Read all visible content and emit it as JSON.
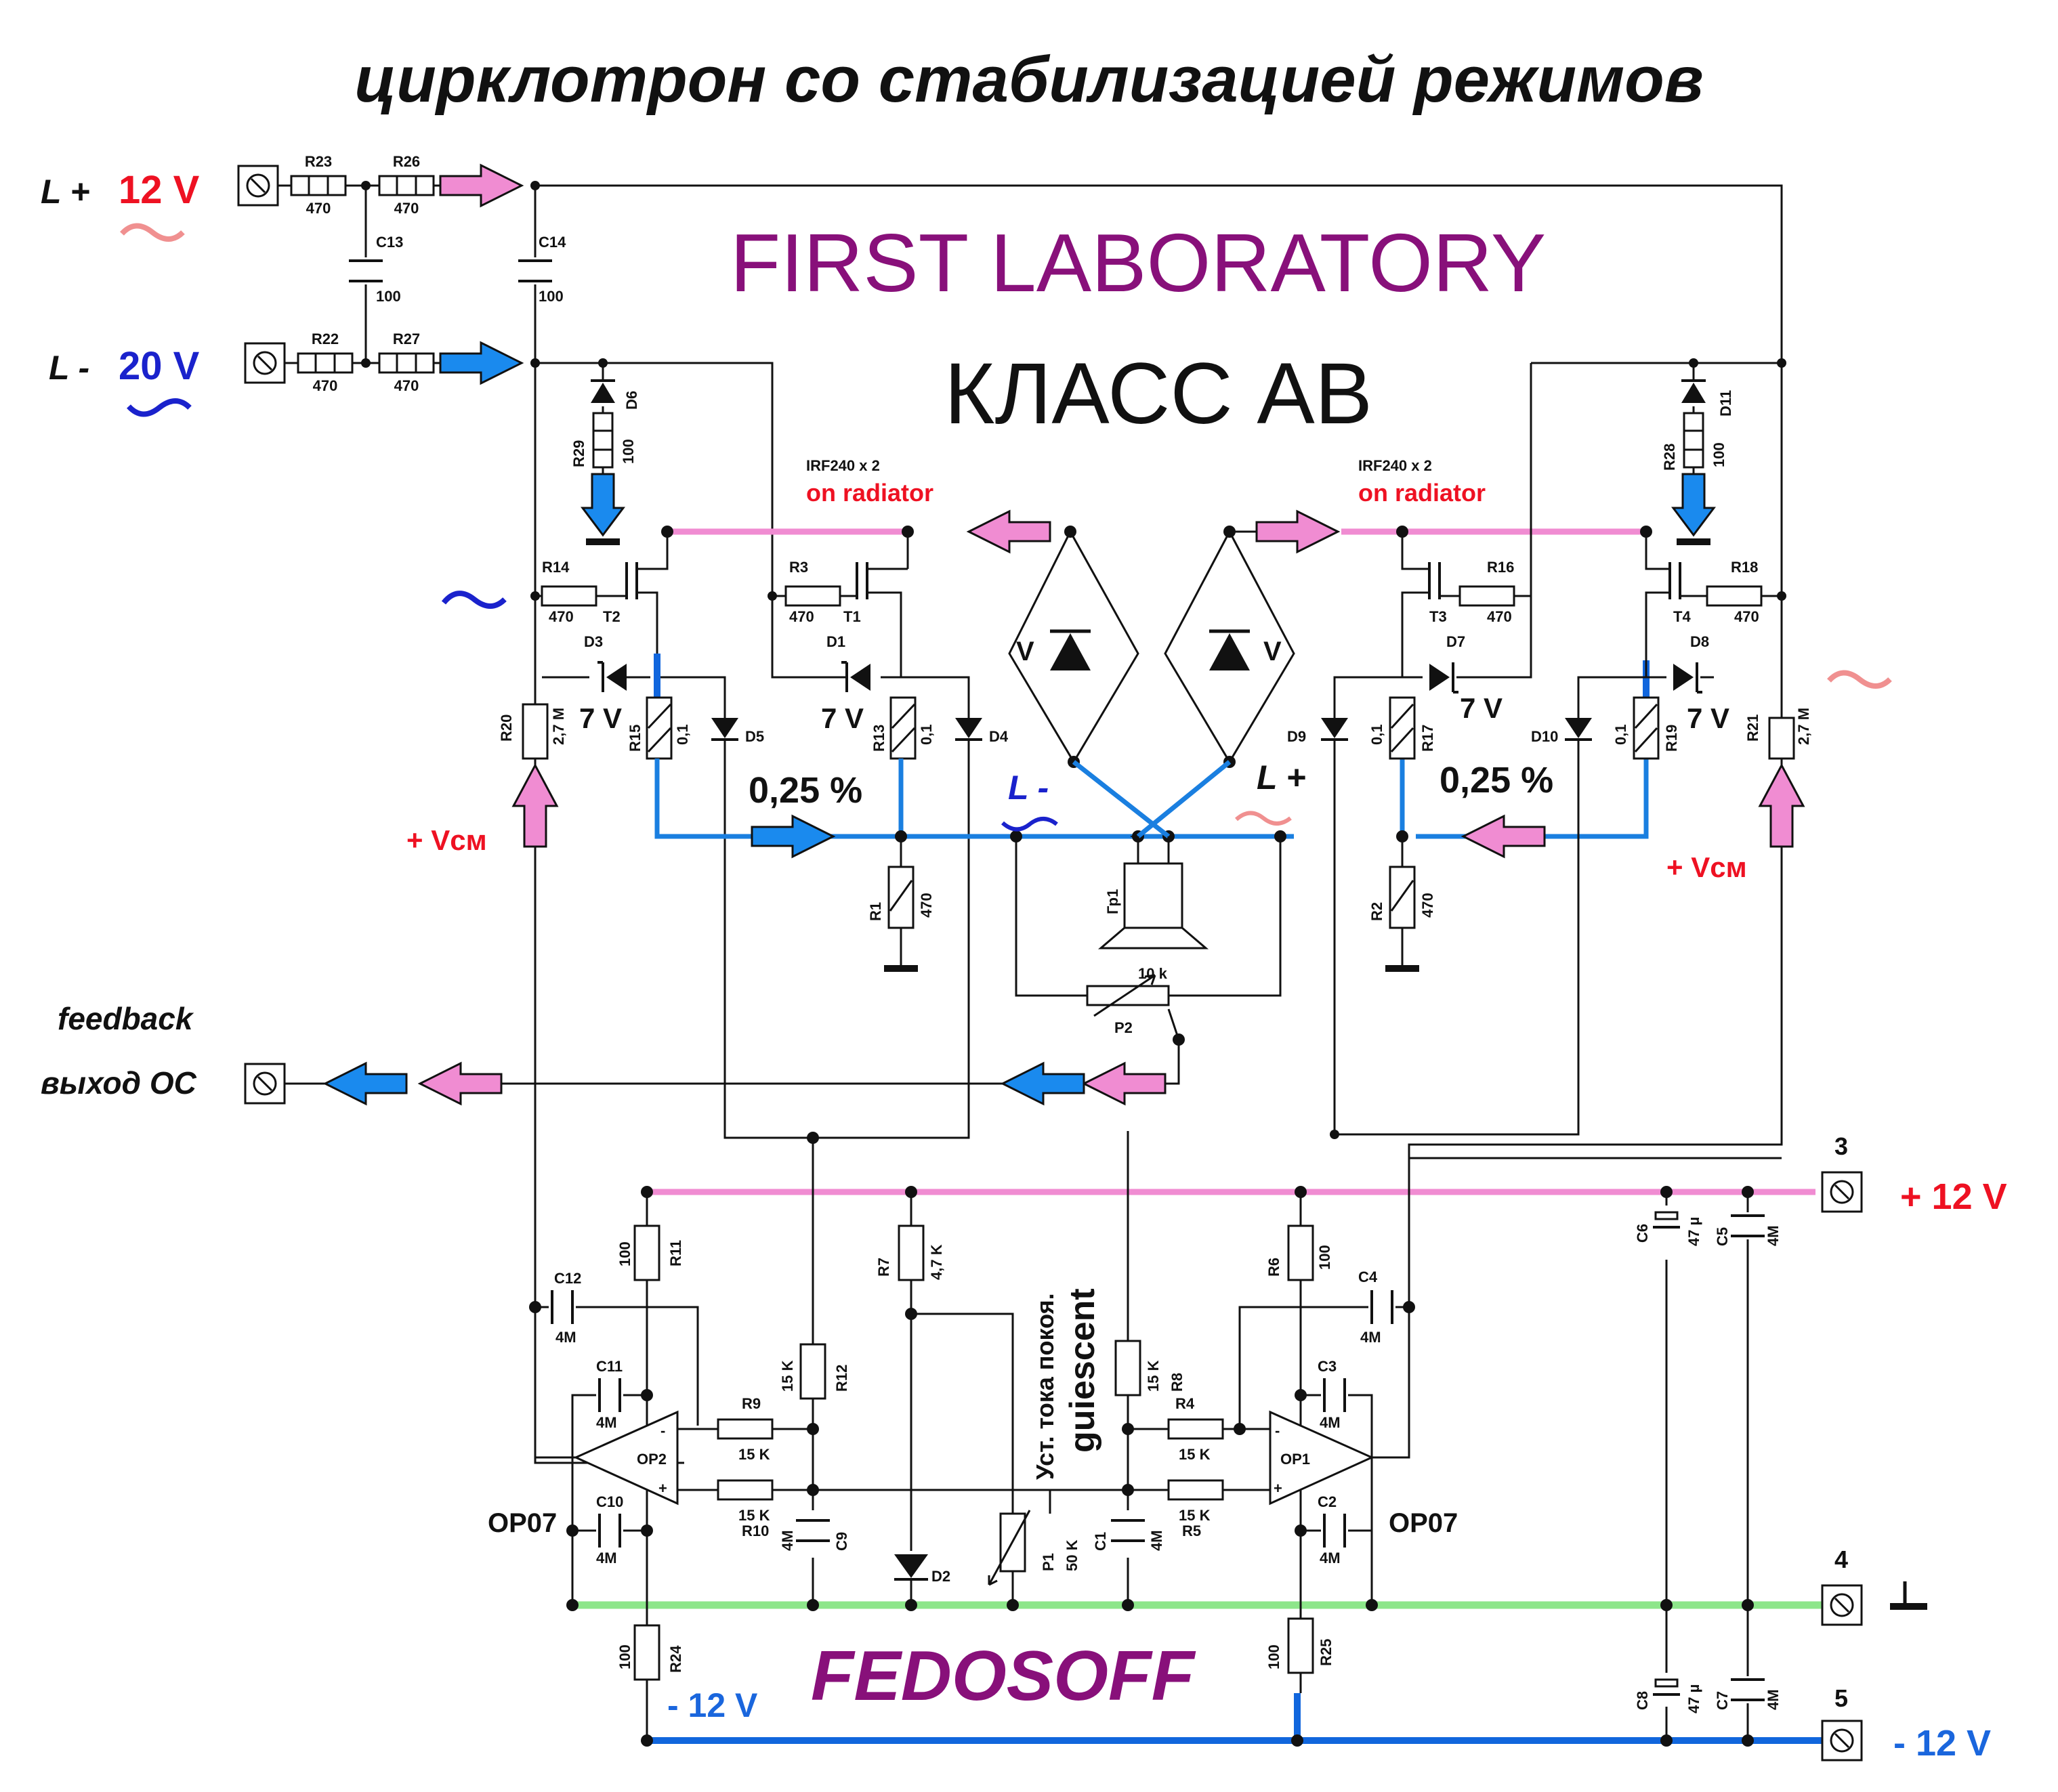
{
  "title": "цирклотрон со стабилизацией режимов",
  "brand": "FIRST LABORATORY",
  "amp_class": "КЛАСС АВ",
  "author": "FEDOSOFF",
  "inputs": {
    "l_plus": "L +",
    "l_plus_voltage": "12 V",
    "l_minus": "L -",
    "l_minus_voltage": "20 V"
  },
  "output": {
    "feedback": "feedback",
    "feedback_ru": "выход ОС"
  },
  "terminals": [
    {
      "number": "3",
      "label": "+ 12 V"
    },
    {
      "number": "4",
      "label": ""
    },
    {
      "number": "5",
      "label": "- 12 V"
    }
  ],
  "supply_left": "- 12 V",
  "transistor_note_left": "IRF240 x 2",
  "transistor_note_right": "IRF240 x 2",
  "radiator_note": "on radiator",
  "percent_left": "0,25 %",
  "percent_right": "0,25 %",
  "vcm": "+ Vсм",
  "zener_left1": "7 V",
  "zener_left2": "7 V",
  "zener_right1": "7 V",
  "zener_right2": "7 V",
  "bridge_v": "V",
  "speaker_l_minus": "L -",
  "speaker_l_plus": "L +",
  "opamp_type": "OP07",
  "quiescent_ru": "Уст. тока покоя.",
  "quiescent_en": "guiescent",
  "components": {
    "R23": "R23",
    "R23v": "470",
    "R26": "R26",
    "R26v": "470",
    "R22": "R22",
    "R22v": "470",
    "R27": "R27",
    "R27v": "470",
    "C13": "C13",
    "C13v": "100",
    "C14": "C14",
    "C14v": "100",
    "R29": "R29",
    "R29v": "100",
    "D6": "D6",
    "R28": "R28",
    "R28v": "100",
    "D11": "D11",
    "R14": "R14",
    "R14v": "470",
    "T2": "T2",
    "R3": "R3",
    "R3v": "470",
    "T1": "T1",
    "R16": "R16",
    "R16v": "470",
    "T3": "T3",
    "R18": "R18",
    "R18v": "470",
    "T4": "T4",
    "D3": "D3",
    "D1": "D1",
    "D7": "D7",
    "D8": "D8",
    "R15": "R15",
    "R15v": "0,1",
    "R13": "R13",
    "R13v": "0,1",
    "R17": "R17",
    "R17v": "0,1",
    "R19": "R19",
    "R19v": "0,1",
    "D5": "D5",
    "D4": "D4",
    "D9": "D9",
    "D10": "D10",
    "R20": "R20",
    "R20v": "2,7 M",
    "R21": "R21",
    "R21v": "2,7 M",
    "R1": "R1",
    "R1v": "470",
    "R2": "R2",
    "R2v": "470",
    "Gr1": "Гр1",
    "P2": "P2",
    "P2v": "10 k",
    "R11": "R11",
    "R11v": "100",
    "C12": "C12",
    "C12v": "4M",
    "C11": "C11",
    "C11v": "4M",
    "C10": "C10",
    "C10v": "4M",
    "OP2": "OP2",
    "R9": "R9",
    "R9v": "15 K",
    "R10": "R10",
    "R10v": "15 K",
    "R12": "R12",
    "R12v": "15 K",
    "C9": "C9",
    "C9v": "4M",
    "R7": "R7",
    "R7v": "4,7 K",
    "D2": "D2",
    "P1": "P1",
    "P1v": "50 K",
    "R8": "R8",
    "R8v": "15 K",
    "C1": "C1",
    "C1v": "4M",
    "R4": "R4",
    "R4v": "15 K",
    "R5": "R5",
    "R5v": "15 K",
    "OP1": "OP1",
    "R6": "R6",
    "R6v": "100",
    "C4": "C4",
    "C4v": "4M",
    "C3": "C3",
    "C3v": "4M",
    "C2": "C2",
    "C2v": "4M",
    "R24": "R24",
    "R24v": "100",
    "R25": "R25",
    "R25v": "100",
    "C6": "C6",
    "C6v": "47 µ",
    "C5": "C5",
    "C5v": "4M",
    "C8": "C8",
    "C8v": "47 µ",
    "C7": "C7",
    "C7v": "4M",
    "minus": "-",
    "plus": "+"
  }
}
